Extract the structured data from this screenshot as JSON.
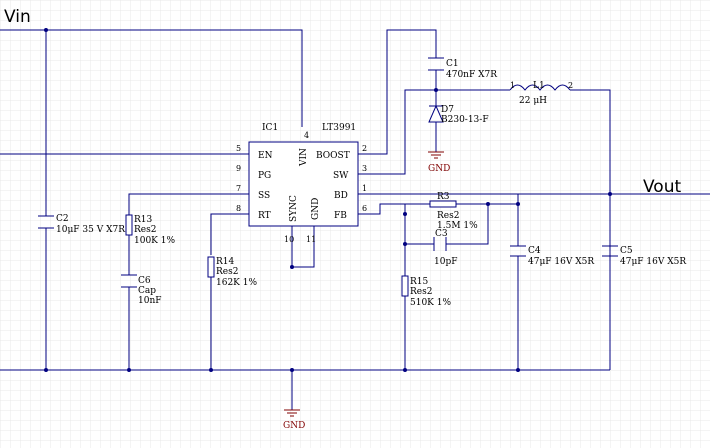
{
  "nets": {
    "vin": "Vin",
    "vout": "Vout"
  },
  "ic1": {
    "ref": "IC1",
    "part": "LT3991",
    "pins": {
      "en": {
        "num": "5",
        "name": "EN"
      },
      "pg": {
        "num": "9",
        "name": "PG"
      },
      "ss": {
        "num": "7",
        "name": "SS"
      },
      "rt": {
        "num": "8",
        "name": "RT"
      },
      "vin": {
        "num": "4",
        "name": "VIN"
      },
      "sync": {
        "num": "10",
        "name": "SYNC"
      },
      "gnd": {
        "num": "11",
        "name": "GND"
      },
      "boost": {
        "num": "2",
        "name": "BOOST"
      },
      "sw": {
        "num": "3",
        "name": "SW"
      },
      "bd": {
        "num": "1",
        "name": "BD"
      },
      "fb": {
        "num": "6",
        "name": "FB"
      }
    }
  },
  "components": {
    "c1": {
      "ref": "C1",
      "value": "470nF X7R"
    },
    "d7": {
      "ref": "D7",
      "value": "B230-13-F"
    },
    "l1": {
      "ref": "L1",
      "value": "22 μH",
      "pin1": "1",
      "pin2": "2"
    },
    "r3": {
      "ref": "R3",
      "type": "Res2",
      "value": "1.5M 1%"
    },
    "c3": {
      "ref": "C3",
      "value": "10pF"
    },
    "c2": {
      "ref": "C2",
      "value": "10μF 35 V X7R"
    },
    "r13": {
      "ref": "R13",
      "type": "Res2",
      "value": "100K 1%"
    },
    "c6": {
      "ref": "C6",
      "type": "Cap",
      "value": "10nF"
    },
    "r14": {
      "ref": "R14",
      "type": "Res2",
      "value": "162K 1%"
    },
    "r15": {
      "ref": "R15",
      "type": "Res2",
      "value": "510K 1%"
    },
    "c4": {
      "ref": "C4",
      "value": "47μF 16V X5R"
    },
    "c5": {
      "ref": "C5",
      "value": "47μF 16V X5R"
    }
  },
  "gnd_labels": {
    "diode_gnd": "GND",
    "main_gnd": "GND"
  },
  "colors": {
    "wire": "#000080",
    "ground": "#800000",
    "grid": "#e6e6e6",
    "background": "#ffffff"
  }
}
